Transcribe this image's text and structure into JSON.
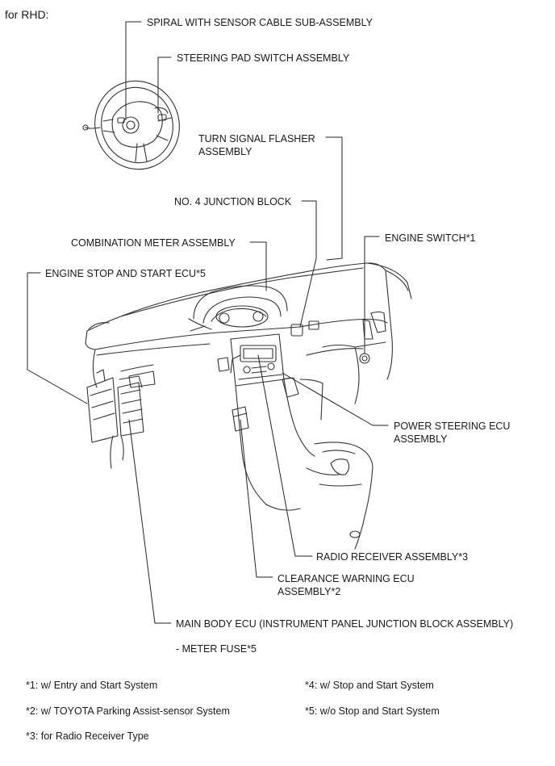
{
  "heading": "for RHD:",
  "labels": {
    "spiral": "SPIRAL WITH SENSOR CABLE SUB-ASSEMBLY",
    "steering_pad": "STEERING PAD SWITCH ASSEMBLY",
    "turn_signal": "TURN SIGNAL FLASHER\nASSEMBLY",
    "junction_block": "NO. 4 JUNCTION BLOCK",
    "combination_meter": "COMBINATION METER ASSEMBLY",
    "engine_switch": "ENGINE SWITCH*1",
    "engine_stop_ecu": "ENGINE STOP AND START ECU*5",
    "power_steering": "POWER STEERING ECU\nASSEMBLY",
    "radio_receiver": "RADIO RECEIVER ASSEMBLY*3",
    "clearance_warning": "CLEARANCE WARNING ECU\nASSEMBLY*2",
    "main_body_ecu": "MAIN BODY ECU (INSTRUMENT PANEL JUNCTION BLOCK ASSEMBLY)",
    "meter_fuse": "- METER FUSE*5"
  },
  "notes": [
    "*1: w/ Entry and Start System",
    "*2: w/ TOYOTA Parking Assist-sensor System",
    "*3: for Radio Receiver Type",
    "*4: w/ Stop and Start System",
    "*5: w/o Stop and Start System"
  ]
}
